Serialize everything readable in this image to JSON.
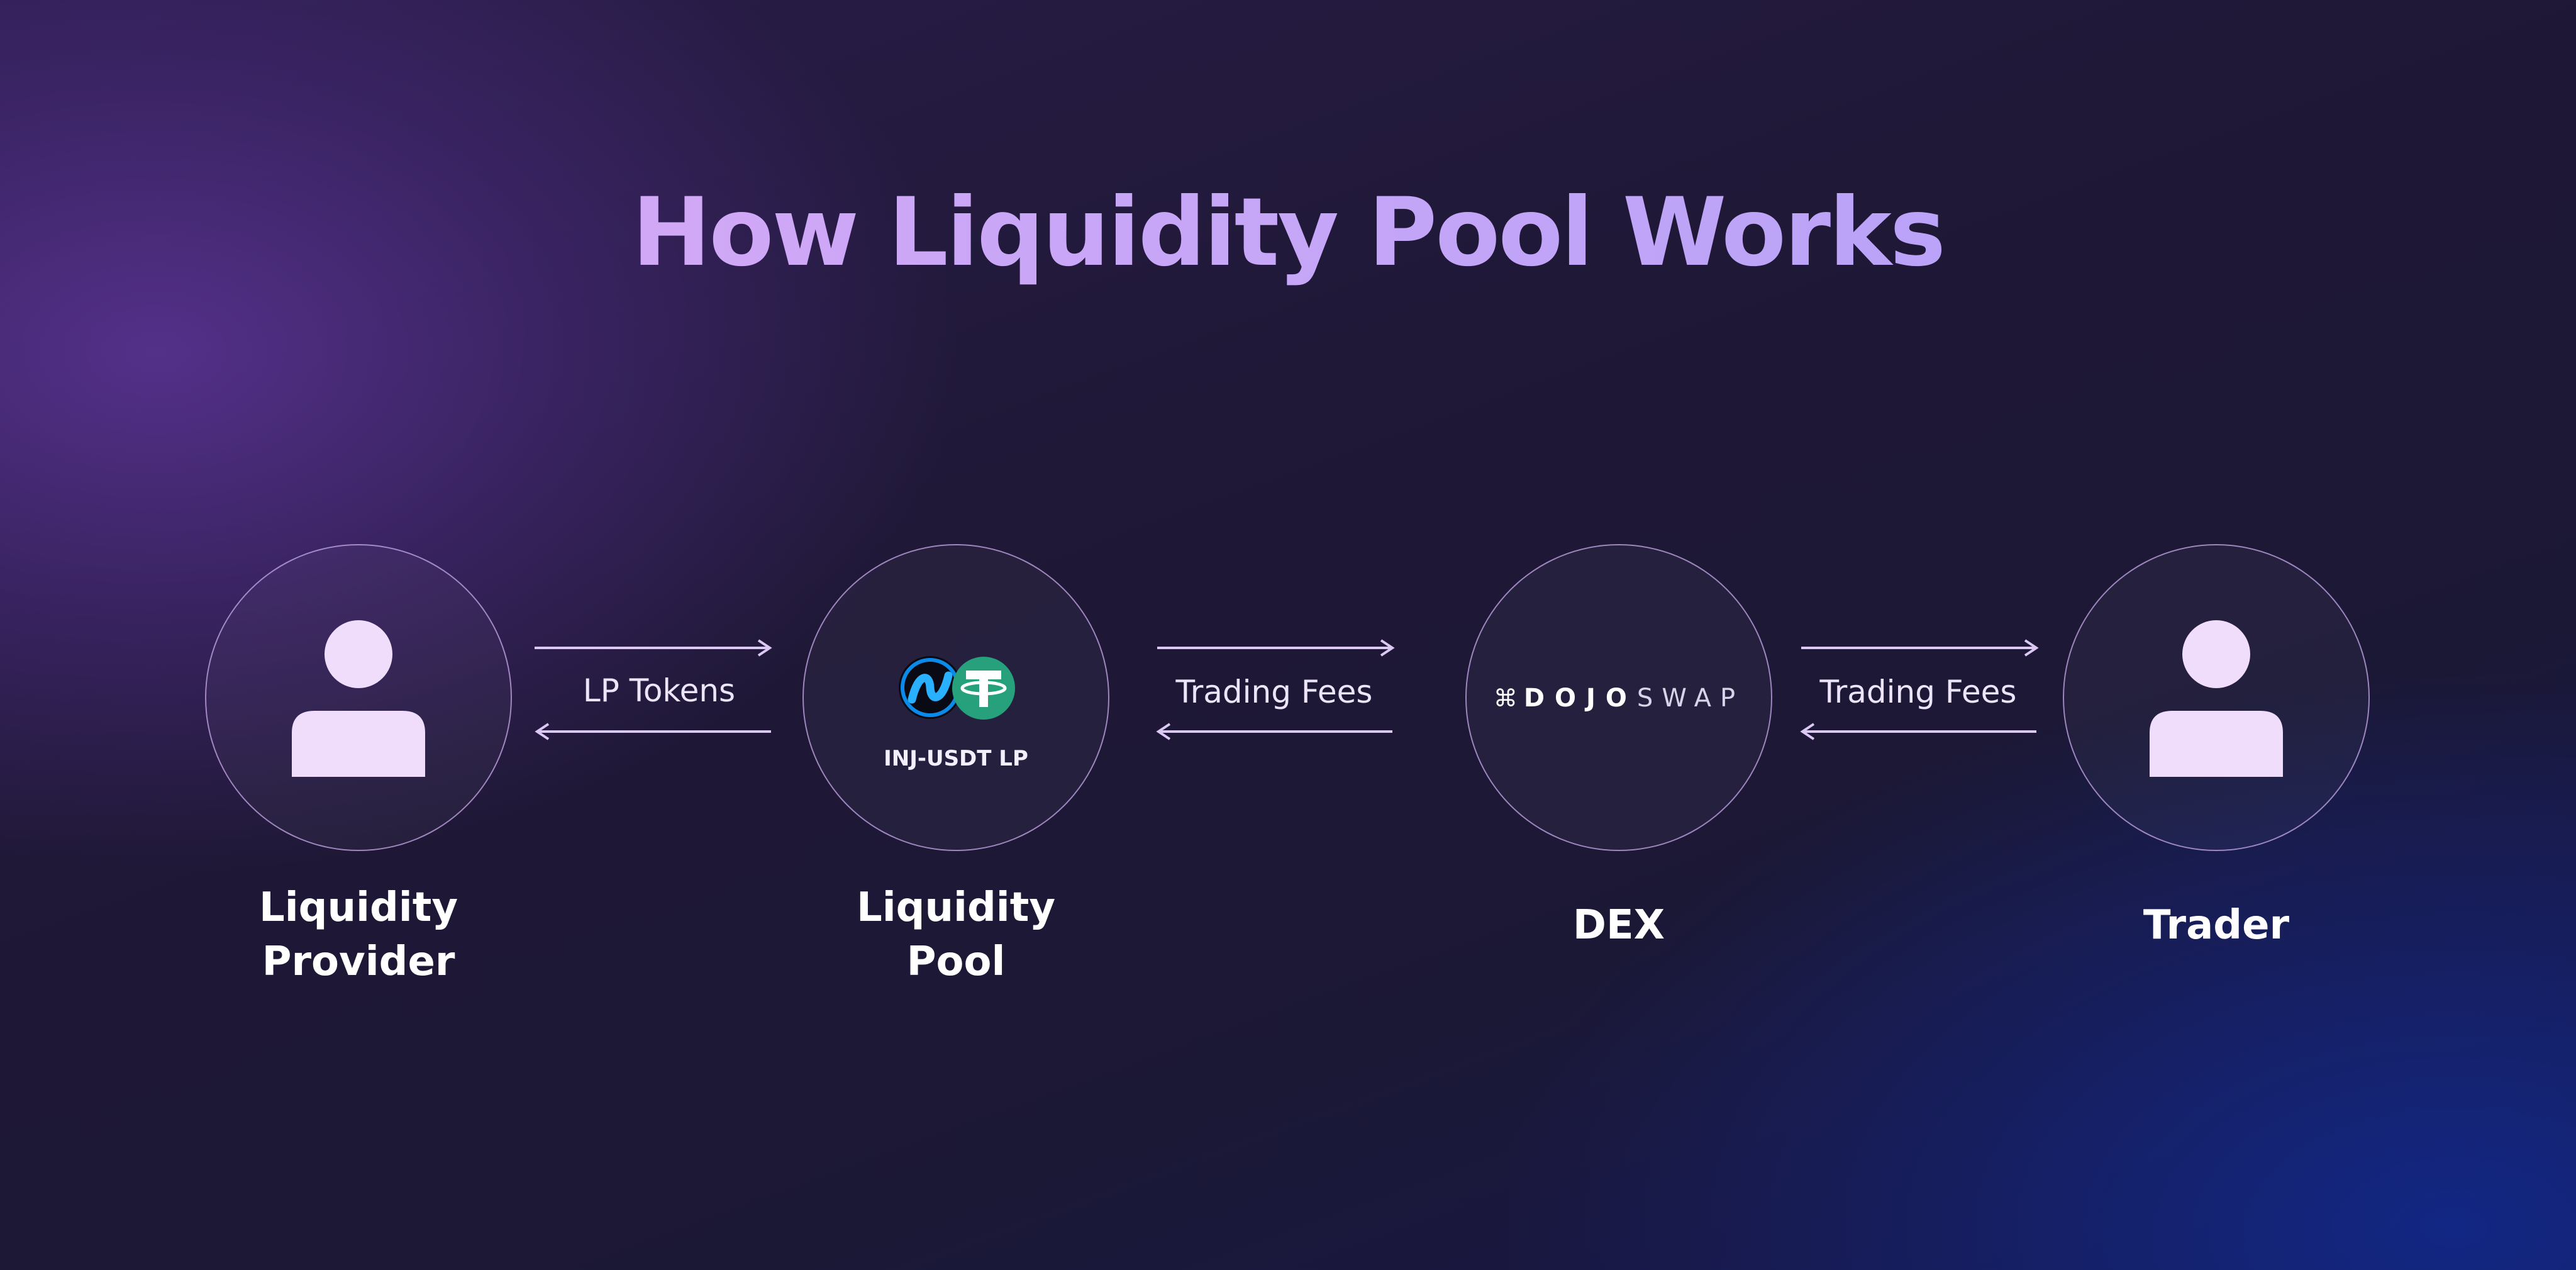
{
  "title": "How Liquidity Pool Works",
  "nodes": [
    {
      "id": "liquidity-provider",
      "label": "Liquidity\nProvider",
      "icon": "person-icon"
    },
    {
      "id": "liquidity-pool",
      "label": "Liquidity\nPool",
      "icon": "inj-usdt-token-icons",
      "caption": "INJ-USDT LP"
    },
    {
      "id": "dex",
      "label": "DEX",
      "logo": {
        "mark": "⌘",
        "bold": "DOJO",
        "light": "SWAP"
      }
    },
    {
      "id": "trader",
      "label": "Trader",
      "icon": "person-icon"
    }
  ],
  "edges": [
    {
      "from": "liquidity-provider",
      "to": "liquidity-pool",
      "label": "LP Tokens"
    },
    {
      "from": "liquidity-pool",
      "to": "dex",
      "label": "Trading Fees"
    },
    {
      "from": "dex",
      "to": "trader",
      "label": "Trading Fees"
    }
  ],
  "colors": {
    "title_start": "#dcaaf6",
    "title_end": "#aea0f8",
    "circle_border": "#c8aaeb",
    "person_fill": "#f0dcfb",
    "arrow": "#dcc8f5",
    "inj_blue": "#0b8be9",
    "usdt_green": "#26a17b"
  }
}
